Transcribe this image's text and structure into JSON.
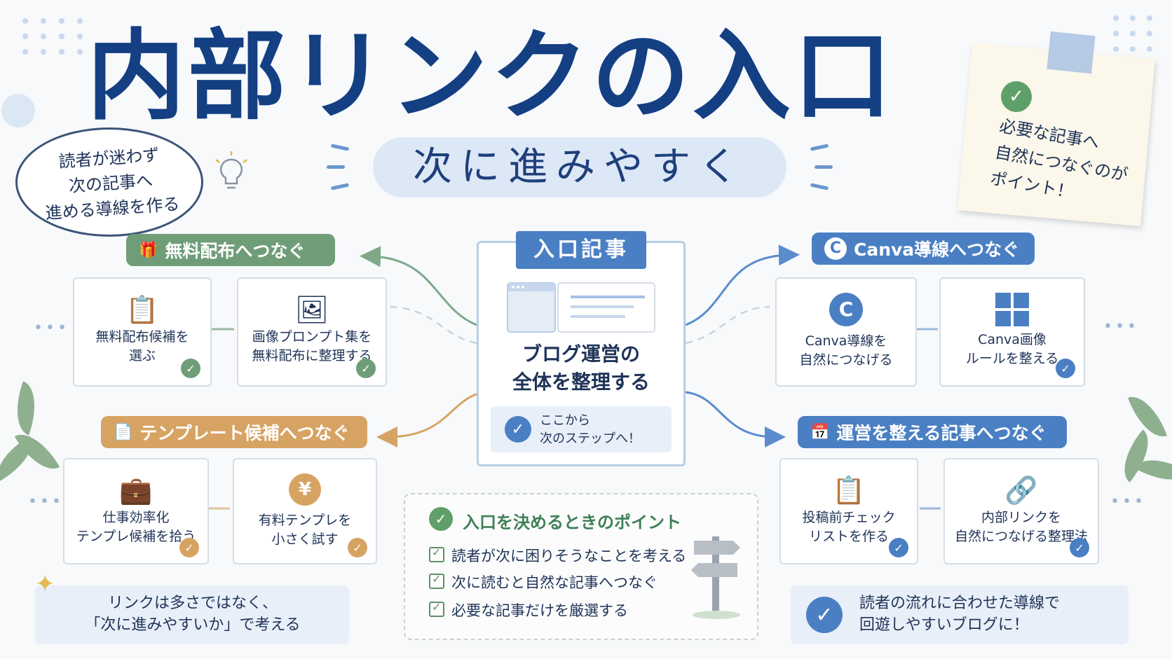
{
  "title": "内部リンクの入口",
  "subtitle": "次に進みやすく",
  "speech_bubble": [
    "読者が迷わず",
    "次の記事へ",
    "進める導線を作る"
  ],
  "sticky_note": [
    "必要な記事へ",
    "自然につなぐのが",
    "ポイント！"
  ],
  "center": {
    "label": "入口記事",
    "text": [
      "ブログ運営の",
      "全体を整理する"
    ],
    "check_text": [
      "ここから",
      "次のステップへ！"
    ]
  },
  "branches": {
    "free": {
      "label": "無料配布へつなぐ",
      "color": "#6f9d78",
      "cards": [
        {
          "icon": "clipboard-icon",
          "lines": [
            "無料配布候補を",
            "選ぶ"
          ]
        },
        {
          "icon": "image-icon",
          "lines": [
            "画像プロンプト集を",
            "無料配布に整理する"
          ]
        }
      ]
    },
    "template": {
      "label": "テンプレート候補へつなぐ",
      "color": "#d7a363",
      "cards": [
        {
          "icon": "briefcase-icon",
          "lines": [
            "仕事効率化",
            "テンプレ候補を拾う"
          ]
        },
        {
          "icon": "yen-icon",
          "symbol": "¥",
          "lines": [
            "有料テンプレを",
            "小さく試す"
          ]
        }
      ]
    },
    "canva": {
      "label": "Canva導線へつなぐ",
      "color": "#4a7fc3",
      "cards": [
        {
          "icon": "canva-icon",
          "symbol": "C",
          "lines": [
            "Canva導線を",
            "自然につなげる"
          ]
        },
        {
          "icon": "layout-grid-icon",
          "lines": [
            "Canva画像",
            "ルールを整える"
          ]
        }
      ]
    },
    "operation": {
      "label": "運営を整える記事へつなぐ",
      "color": "#4a7fc3",
      "cards": [
        {
          "icon": "checklist-icon",
          "lines": [
            "投稿前チェック",
            "リストを作る"
          ]
        },
        {
          "icon": "link-icon",
          "lines": [
            "内部リンクを",
            "自然につなげる整理法"
          ]
        }
      ]
    }
  },
  "points": {
    "title": "入口を決めるときのポイント",
    "items": [
      "読者が次に困りそうなことを考える",
      "次に読むと自然な記事へつなぐ",
      "必要な記事だけを厳選する"
    ]
  },
  "bottom_left": [
    "リンクは多さではなく、",
    "「次に進みやすいか」で考える"
  ],
  "bottom_right": [
    "読者の流れに合わせた導線で",
    "回遊しやすいブログに！"
  ]
}
